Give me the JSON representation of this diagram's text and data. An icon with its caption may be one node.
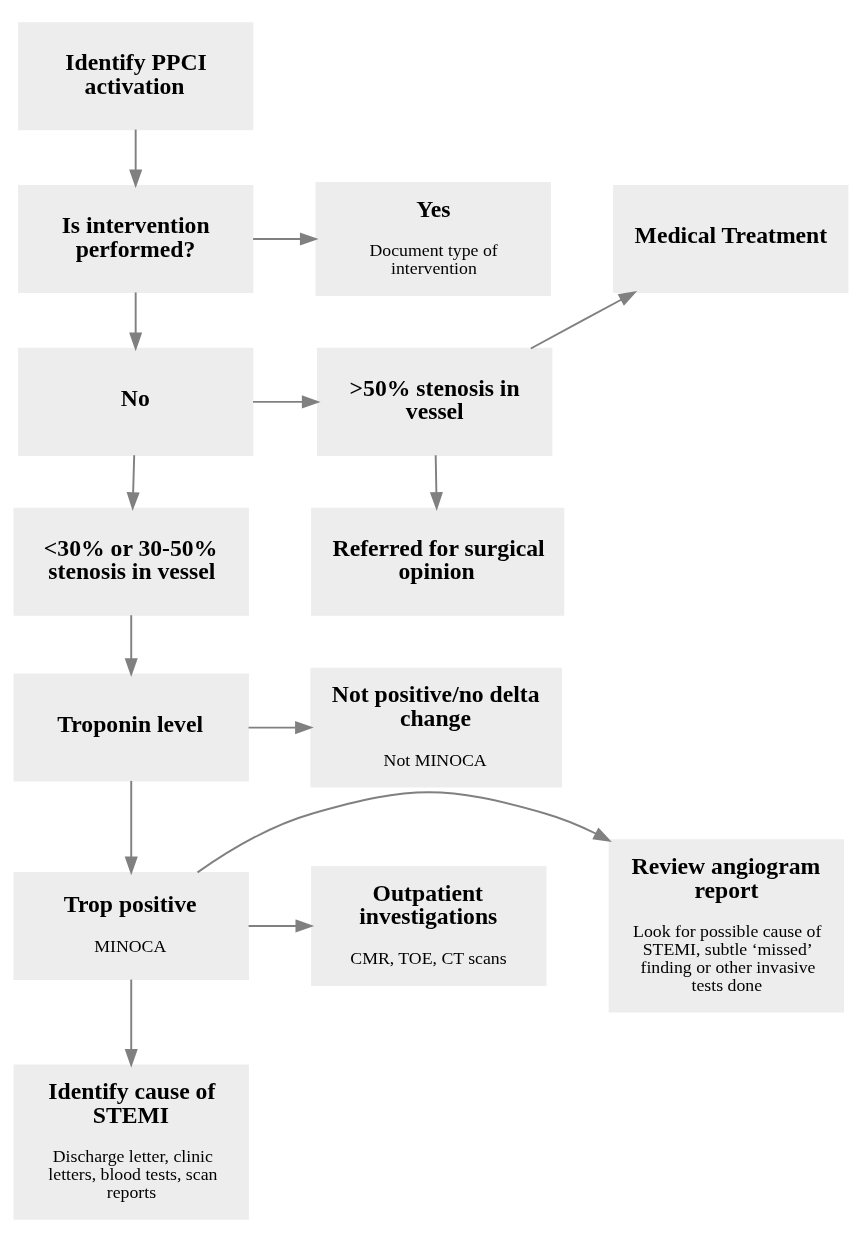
{
  "diagram": {
    "nodes": [
      {
        "text": [
          "Identify PPCI activation"
        ]
      },
      {
        "text": [
          "Yes",
          "Document type of intervention"
        ]
      },
      {
        "text": [
          "Is intervention performed?"
        ]
      },
      {
        "text": [
          "Medical Treatment"
        ]
      },
      {
        "text": [
          "No"
        ]
      },
      {
        "text": [
          ">50% stenosis in vessel"
        ]
      },
      {
        "text": [
          "Referred for surgical opinion"
        ]
      },
      {
        "text": [
          "<30% or 30-50% stenosis in vessel"
        ]
      },
      {
        "text": [
          "Troponin level"
        ]
      },
      {
        "text": [
          "Not positive/no delta change",
          "Not MINOCA"
        ]
      },
      {
        "text": [
          "Review angiogram report",
          "Look for possible cause of STEMI, subtle ‘missed’ finding or other invasive tests done"
        ]
      },
      {
        "text": [
          "Trop positive",
          "MINOCA"
        ]
      },
      {
        "text": [
          "Outpatient investigations",
          "CMR, TOE, CT scans"
        ]
      },
      {
        "text": [
          "Identify cause of STEMI",
          "Discharge letter, clinic letters, blood tests, scan reports"
        ]
      }
    ],
    "edges": [
      {
        "from": 0,
        "to": 2,
        "arrow": "to"
      },
      {
        "from": 2,
        "to": 1,
        "arrow": "to"
      },
      {
        "from": 2,
        "to": 4,
        "arrow": "to"
      },
      {
        "from": 4,
        "to": 5,
        "arrow": "to"
      },
      {
        "from": 5,
        "to": 3,
        "arrow": "to"
      },
      {
        "from": 5,
        "to": 6,
        "arrow": "to"
      },
      {
        "from": 4,
        "to": 7,
        "arrow": "to"
      },
      {
        "from": 7,
        "to": 8,
        "arrow": "to"
      },
      {
        "from": 8,
        "to": 9,
        "arrow": "to"
      },
      {
        "from": 8,
        "to": 11,
        "arrow": "to"
      },
      {
        "from": 11,
        "to": 10,
        "arrow": "to"
      },
      {
        "from": 11,
        "to": 12,
        "arrow": "to"
      },
      {
        "from": 11,
        "to": 13,
        "arrow": "to"
      }
    ]
  }
}
